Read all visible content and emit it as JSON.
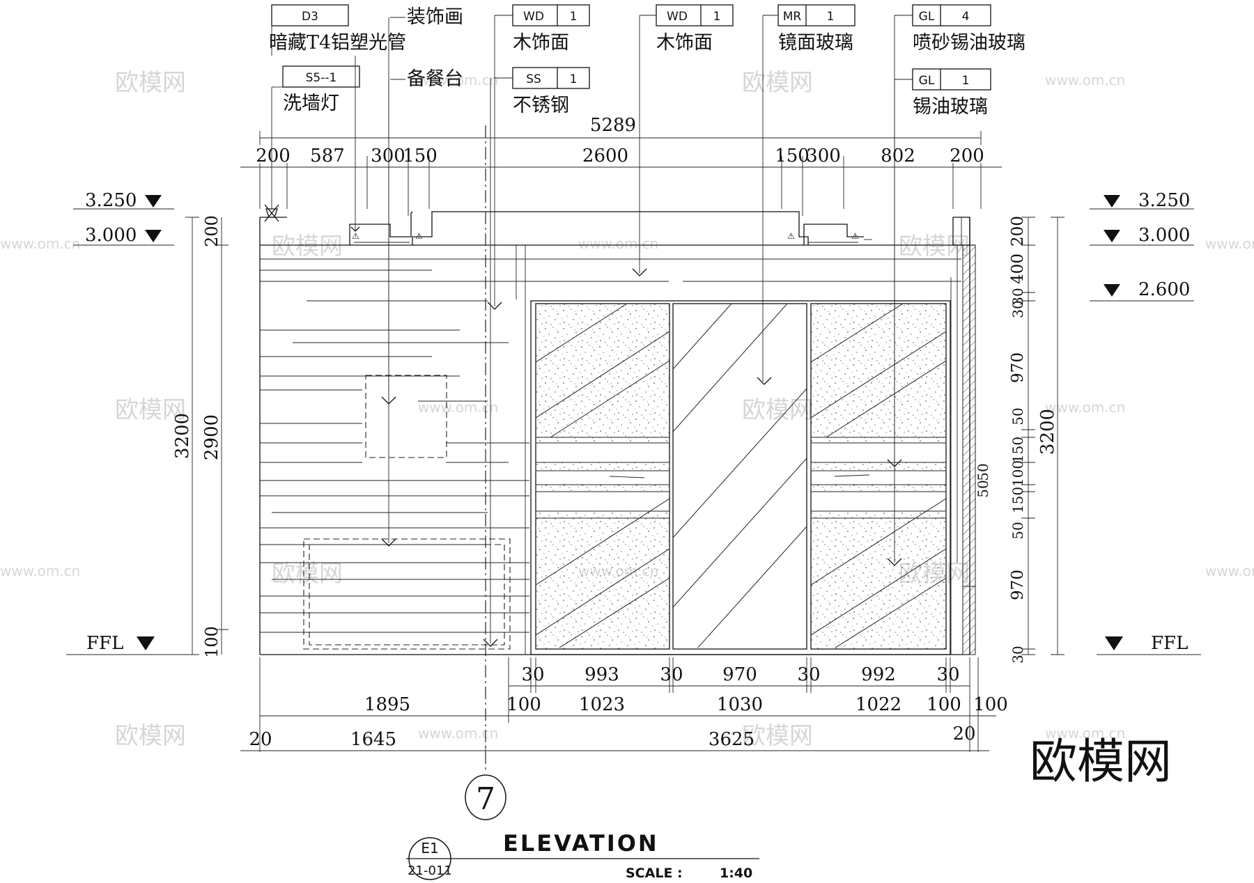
{
  "watermarks": {
    "brand": "欧模网",
    "url": "www.om.cn",
    "big_logo": "欧模网"
  },
  "callouts": [
    {
      "code": "D3",
      "num": "",
      "label": "暗藏T4铝塑光管"
    },
    {
      "code": "S5--1",
      "num": "",
      "label": "洗墙灯"
    },
    {
      "code": "",
      "num": "",
      "label": "装饰画"
    },
    {
      "code": "",
      "num": "",
      "label": "备餐台"
    },
    {
      "code": "WD",
      "num": "1",
      "label": "木饰面"
    },
    {
      "code": "SS",
      "num": "1",
      "label": "不锈钢"
    },
    {
      "code": "WD",
      "num": "1",
      "label": "木饰面"
    },
    {
      "code": "MR",
      "num": "1",
      "label": "镜面玻璃"
    },
    {
      "code": "GL",
      "num": "4",
      "label": "喷砂锡油玻璃"
    },
    {
      "code": "GL",
      "num": "1",
      "label": "锡油玻璃"
    }
  ],
  "dims": {
    "overall_top": "5289",
    "top_row": [
      "200",
      "587",
      "300",
      "150",
      "2600",
      "150",
      "300",
      "802",
      "200"
    ],
    "bottom_row1": [
      "30",
      "993",
      "30",
      "970",
      "30",
      "992",
      "30"
    ],
    "bottom_row2": [
      "1895",
      "100",
      "1023",
      "1030",
      "1022",
      "100",
      "100"
    ],
    "bottom_row3": [
      "20",
      "1645",
      "3625",
      "20"
    ],
    "left_outer": "3200",
    "left_inner": [
      "200",
      "2900",
      "100"
    ],
    "right_stack": [
      "200",
      "30",
      "400",
      "30",
      "970",
      "50",
      "50",
      "150",
      "50",
      "100",
      "150",
      "50",
      "970",
      "30"
    ],
    "right_outer": "3200"
  },
  "levels": {
    "left": [
      "3.250",
      "3.000",
      "FFL"
    ],
    "right": [
      "3.250",
      "3.000",
      "2.600",
      "FFL"
    ]
  },
  "section_marker": "7",
  "title_block": {
    "sheet_id": "E1",
    "sheet_ref": "21-011",
    "title": "ELEVATION",
    "scale_label": "SCALE :",
    "scale_value": "1:40"
  }
}
